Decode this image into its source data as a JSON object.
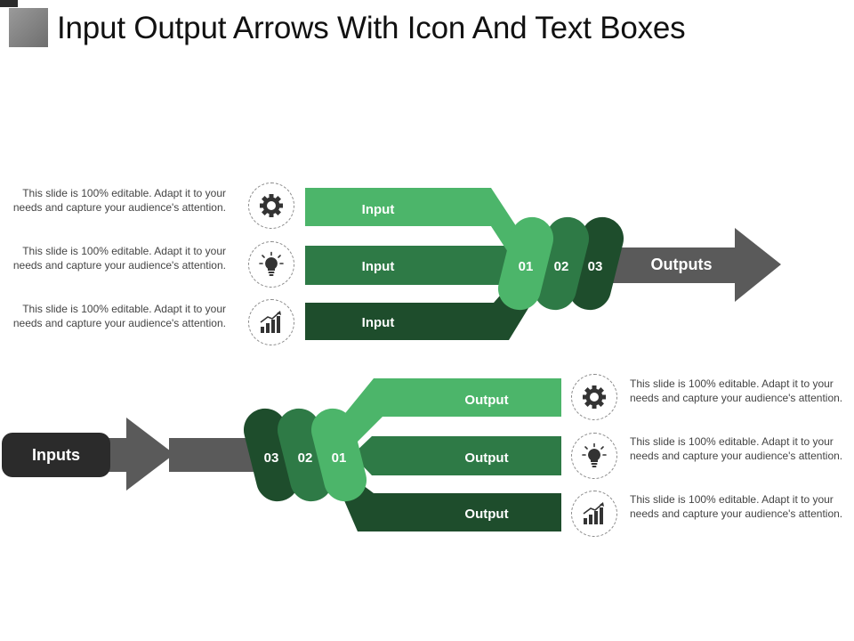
{
  "title": "Input Output Arrows With Icon And Text Boxes",
  "colors": {
    "green_light": "#4cb56a",
    "green_mid": "#2e7a46",
    "green_dark": "#1e4d2c",
    "arrow_gray": "#5a5a5a",
    "pill_dark": "#2b2b2b",
    "text_gray": "#444444"
  },
  "description_text": "This slide is 100% editable. Adapt it to your needs and capture your audience's attention.",
  "top": {
    "bands": [
      {
        "label": "Input",
        "icon": "gear-icon"
      },
      {
        "label": "Input",
        "icon": "lightbulb-icon"
      },
      {
        "label": "Input",
        "icon": "bar-chart-icon"
      }
    ],
    "numbers": [
      "01",
      "02",
      "03"
    ],
    "arrow_label": "Outputs"
  },
  "bottom": {
    "bands": [
      {
        "label": "Output",
        "icon": "gear-icon"
      },
      {
        "label": "Output",
        "icon": "lightbulb-icon"
      },
      {
        "label": "Output",
        "icon": "bar-chart-icon"
      }
    ],
    "numbers": [
      "03",
      "02",
      "01"
    ],
    "arrow_label": "Inputs"
  }
}
